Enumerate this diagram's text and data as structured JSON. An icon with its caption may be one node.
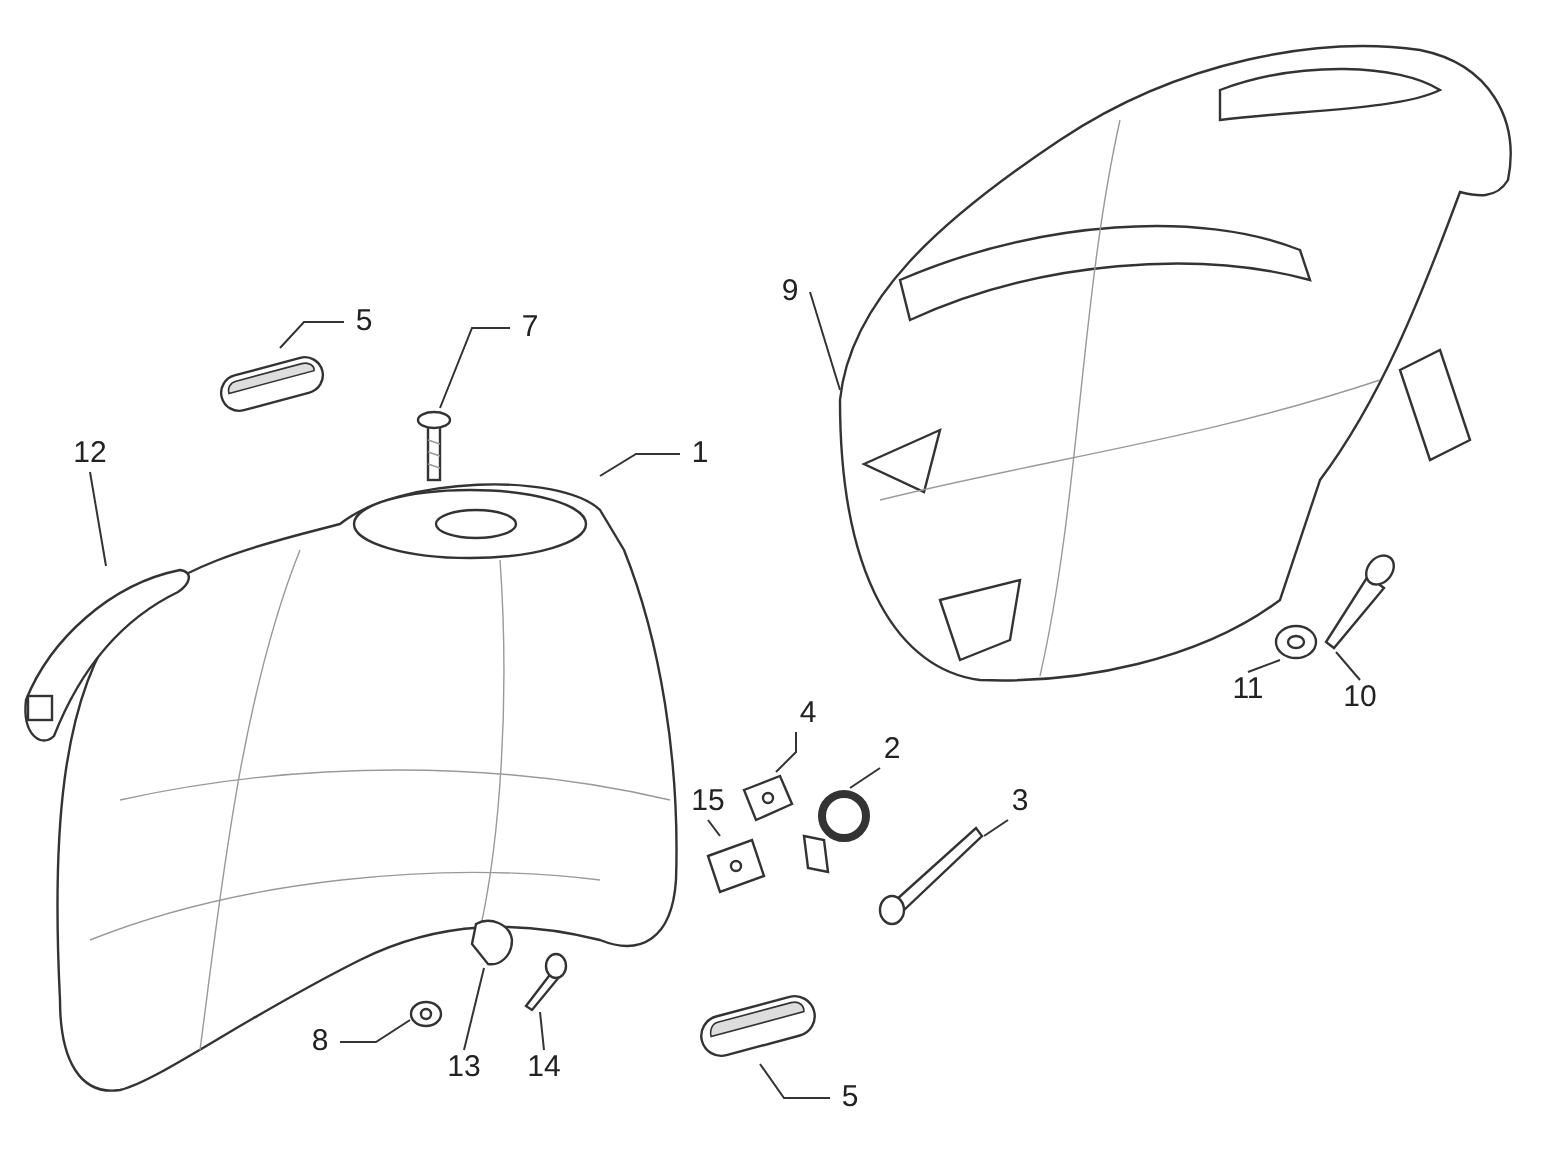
{
  "diagram": {
    "nodes": [
      {
        "text": [
          "9"
        ]
      },
      {
        "text": [],
        "shape": "picture"
      },
      {
        "text": [
          "5"
        ]
      },
      {
        "text": [],
        "shape": "picture"
      },
      {
        "text": [
          "7"
        ]
      },
      {
        "text": [],
        "shape": "picture"
      },
      {
        "text": [
          "1"
        ]
      },
      {
        "text": [],
        "shape": "picture"
      },
      {
        "text": [
          "12"
        ]
      },
      {
        "text": [],
        "shape": "picture"
      },
      {
        "text": [
          "11"
        ]
      },
      {
        "text": [],
        "shape": "picture"
      },
      {
        "text": [
          "10"
        ]
      },
      {
        "text": [],
        "shape": "picture"
      },
      {
        "text": [
          "4"
        ]
      },
      {
        "text": [],
        "shape": "picture"
      },
      {
        "text": [
          "2"
        ]
      },
      {
        "text": [],
        "shape": "picture"
      },
      {
        "text": [
          "3"
        ]
      },
      {
        "text": [],
        "shape": "picture"
      },
      {
        "text": [
          "15"
        ]
      },
      {
        "text": [],
        "shape": "picture"
      },
      {
        "text": [
          "8"
        ]
      },
      {
        "text": [],
        "shape": "picture"
      },
      {
        "text": [
          "13"
        ]
      },
      {
        "text": [],
        "shape": "picture"
      },
      {
        "text": [
          "14"
        ]
      },
      {
        "text": [],
        "shape": "picture"
      },
      {
        "text": [
          "5"
        ]
      },
      {
        "text": [],
        "shape": "picture"
      }
    ],
    "edges": [
      {
        "from": 0,
        "to": 1,
        "arrow": "none"
      },
      {
        "from": 2,
        "to": 3,
        "arrow": "none"
      },
      {
        "from": 4,
        "to": 5,
        "arrow": "none"
      },
      {
        "from": 6,
        "to": 7,
        "arrow": "none"
      },
      {
        "from": 8,
        "to": 9,
        "arrow": "none"
      },
      {
        "from": 10,
        "to": 11,
        "arrow": "none"
      },
      {
        "from": 12,
        "to": 13,
        "arrow": "none"
      },
      {
        "from": 14,
        "to": 15,
        "arrow": "none"
      },
      {
        "from": 16,
        "to": 17,
        "arrow": "none"
      },
      {
        "from": 18,
        "to": 19,
        "arrow": "none"
      },
      {
        "from": 20,
        "to": 21,
        "arrow": "none"
      },
      {
        "from": 22,
        "to": 23,
        "arrow": "none"
      },
      {
        "from": 24,
        "to": 25,
        "arrow": "none"
      },
      {
        "from": 26,
        "to": 27,
        "arrow": "none"
      },
      {
        "from": 28,
        "to": 29,
        "arrow": "none"
      }
    ]
  }
}
